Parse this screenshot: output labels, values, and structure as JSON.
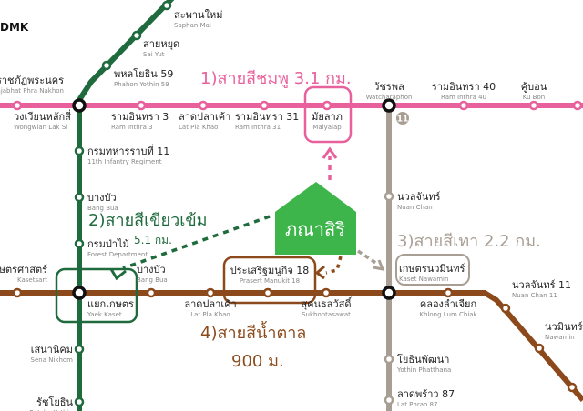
{
  "colors": {
    "pink": "#e8609c",
    "green": "#1f6b3e",
    "grey": "#a89e94",
    "brown": "#8c4a1c",
    "logo": "#3db54a"
  },
  "corner_label": "DMK",
  "logo_text": "ภณาสิริ",
  "routes": {
    "pink": "1)สายสีชมพู 3.1 กม.",
    "green": "2)สายสีเขียวเข้ม",
    "green_dist": "5.1 กม.",
    "grey": "3)สายสีเทา 2.2 กม.",
    "brown": "4)สายสีน้ำตาล",
    "brown_dist": "900 ม."
  },
  "line_badge": "11",
  "stations": {
    "saphan_mai": {
      "th": "สะพานใหม่",
      "en": "Saphan Mai"
    },
    "sai_yut": {
      "th": "สายหยุด",
      "en": "Sai Yut"
    },
    "phahon59": {
      "th": "พหลโยธิน 59",
      "en": "Phahon Yothin 59"
    },
    "rajabhat": {
      "th": "ราชภัฏพระนคร",
      "en": "Rajabhat Phra Nakhon"
    },
    "wongwian": {
      "th": "วงเวียนหลักสี่",
      "en": "Wongwian Lak Si"
    },
    "ramintra3": {
      "th": "รามอินทรา 3",
      "en": "Ram Inthra 3"
    },
    "latplakhao_p": {
      "th": "ลาดปลาเค้า",
      "en": "Lat Pla Khao"
    },
    "ramintra31": {
      "th": "รามอินทรา 31",
      "en": "Ram Inthra 31"
    },
    "maiyalap": {
      "th": "มัยลาภ",
      "en": "Maiyalap"
    },
    "watcharaphon": {
      "th": "วัชรพล",
      "en": "Watcharaphon"
    },
    "ramintra40": {
      "th": "รามอินทรา 40",
      "en": "Ram Inthra 40"
    },
    "khubon": {
      "th": "คู้บอน",
      "en": "Ku Bon"
    },
    "infantry": {
      "th": "กรมทหารราบที่ 11",
      "en": "11th Infantry Regiment"
    },
    "bangbua_g": {
      "th": "บางบัว",
      "en": "Bang Bua"
    },
    "forest": {
      "th": "กรมป่าไม้",
      "en": "Forest Department"
    },
    "kasetsart": {
      "th": "มหาวิทยาลัยเกษตรศาสตร์",
      "en": "Kasetsart"
    },
    "bangbua_b": {
      "th": "บางบัว",
      "en": "Bang Bua"
    },
    "yaekkaset": {
      "th": "แยกเกษตร",
      "en": "Yaek Kaset"
    },
    "latplakhao_b": {
      "th": "ลาดปลาเค้า",
      "en": "Lat Pla Khao"
    },
    "prasert": {
      "th": "ประเสริฐมนูกิจ 18",
      "en": "Prasert Manukit 18"
    },
    "sukhon": {
      "th": "สุคนธสวัสดิ์",
      "en": "Sukhontasawat"
    },
    "nuanchan": {
      "th": "นวลจันทร์",
      "en": "Nuan Chan"
    },
    "kasetnawamin": {
      "th": "เกษตรนวมินทร์",
      "en": "Kaset Nawamin"
    },
    "khlonglum": {
      "th": "คลองลำเจียก",
      "en": "Khlong Lum Chiak"
    },
    "nuanchan11": {
      "th": "นวลจันทร์ 11",
      "en": "Nuan Chan 11"
    },
    "nawamin": {
      "th": "นวมินทร์",
      "en": "Nawamin"
    },
    "senanikhom": {
      "th": "เสนานิคม",
      "en": "Sena Nikhom"
    },
    "ratchayothin": {
      "th": "รัชโยธิน",
      "en": "Ratcha Yothin"
    },
    "yothin": {
      "th": "โยธินพัฒนา",
      "en": "Yothin Phatthana"
    },
    "latphrao87": {
      "th": "ลาดพร้าว 87",
      "en": "Lat Phrao 87"
    }
  }
}
